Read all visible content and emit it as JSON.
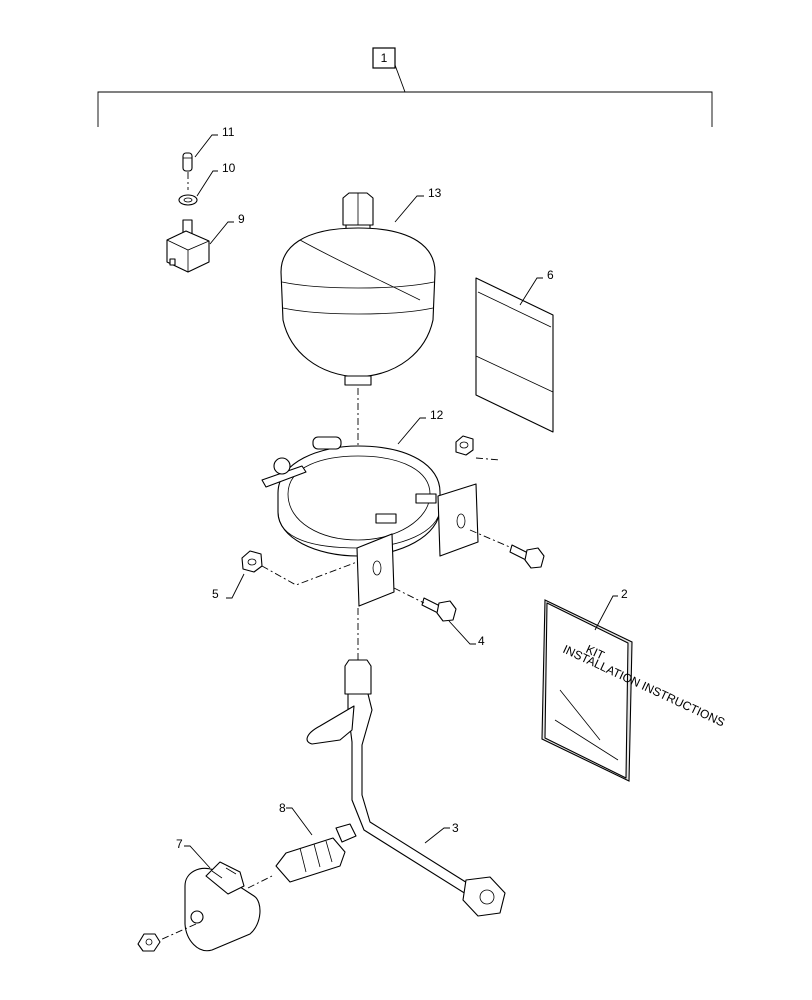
{
  "assembly": {
    "callout": "1"
  },
  "callouts": [
    {
      "id": "2",
      "part": "instruction-booklet"
    },
    {
      "id": "3",
      "part": "hydraulic-tube"
    },
    {
      "id": "4",
      "part": "bolt"
    },
    {
      "id": "5",
      "part": "nut"
    },
    {
      "id": "6",
      "part": "decal"
    },
    {
      "id": "7",
      "part": "solenoid-coil"
    },
    {
      "id": "8",
      "part": "solenoid-valve-cartridge"
    },
    {
      "id": "9",
      "part": "pressure-switch"
    },
    {
      "id": "10",
      "part": "washer"
    },
    {
      "id": "11",
      "part": "pin"
    },
    {
      "id": "12",
      "part": "mounting-bracket-clamp"
    },
    {
      "id": "13",
      "part": "accumulator"
    }
  ],
  "booklet": {
    "line1": "KIT",
    "line2": "INSTALLATION INSTRUCTIONS"
  }
}
